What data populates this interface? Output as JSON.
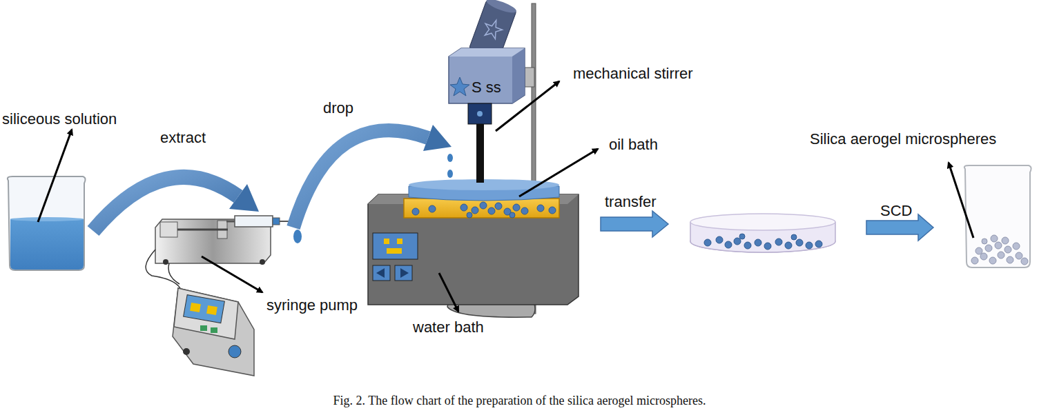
{
  "diagram": {
    "caption": "Fig. 2. The flow chart of the preparation of the silica aerogel microspheres.",
    "labels": [
      "siliceous solution",
      "extract",
      "drop",
      "mechanical stirrer",
      "oil bath",
      "syringe pump",
      "water bath",
      "transfer",
      "SCD",
      "Silica aerogel microspheres",
      "S ss"
    ]
  }
}
